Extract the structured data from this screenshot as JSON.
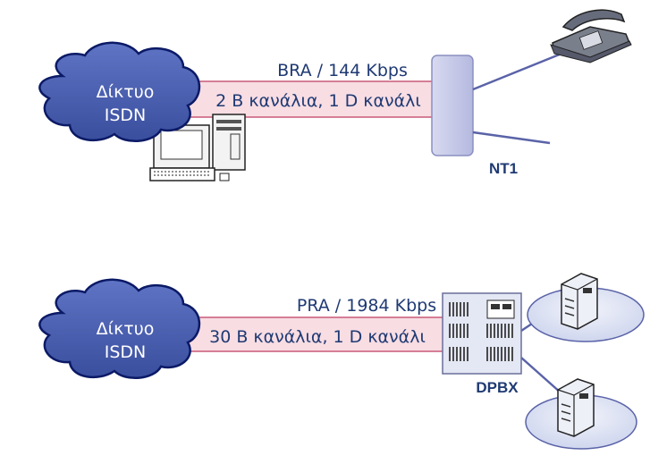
{
  "top": {
    "cloud_line1": "Δίκτυο",
    "cloud_line2": "ISDN",
    "rate_label": "BRA / 144 Kbps",
    "channel_label": "2 B κανάλια, 1 D κανάλι",
    "device_label": "NT1"
  },
  "bottom": {
    "cloud_line1": "Δίκτυο",
    "cloud_line2": "ISDN",
    "rate_label": "PRA / 1984 Kbps",
    "channel_label": "30 B κανάλια, 1 D κανάλι",
    "device_label": "DPBX"
  },
  "colors": {
    "cloud_fill": "#4a5fb0",
    "cloud_stroke": "#0b1a66",
    "link_band": "#f8dde3",
    "link_line": "#c85a78",
    "nt1_fill": "#c9cce8",
    "dpbx_fill": "#e4e7f4",
    "label_text": "#1f3a73"
  }
}
